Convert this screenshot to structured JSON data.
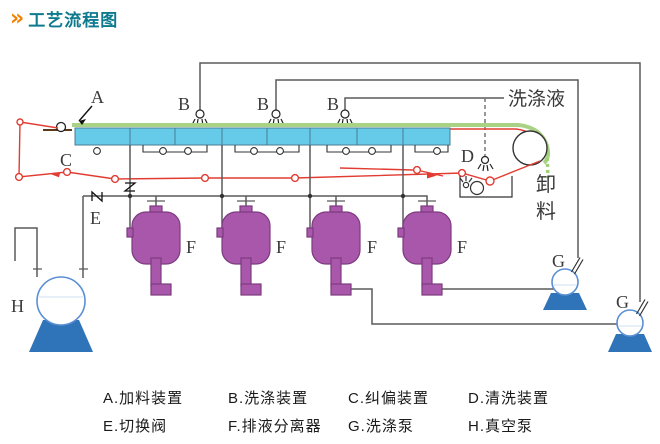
{
  "header": {
    "marker": "»",
    "title": "工艺流程图"
  },
  "diagram": {
    "device_labels": {
      "A": "A",
      "B": "B",
      "C": "C",
      "D": "D",
      "E": "E",
      "F": "F",
      "G": "G",
      "H": "H"
    },
    "wash_liquid": "洗涤液",
    "discharge": {
      "line1": "卸",
      "line2": "料"
    }
  },
  "legend": {
    "items": [
      {
        "label": "A.加料装置"
      },
      {
        "label": "B.洗涤装置"
      },
      {
        "label": "C.纠偏装置"
      },
      {
        "label": "D.清洗装置"
      },
      {
        "label": "E.切换阀"
      },
      {
        "label": "F.排液分离器"
      },
      {
        "label": "G.洗涤泵"
      },
      {
        "label": "H.真空泵"
      }
    ]
  },
  "colors": {
    "accent_orange": "#f18101",
    "title_teal": "#0d7a8e",
    "belt_cyan": "#66cbe9",
    "belt_green": "#a9d284",
    "line_red": "#e23c32",
    "tank_purple": "#a957ab",
    "pump_blue": "#2f74b8",
    "pipe_gray": "#5a5a5a"
  }
}
